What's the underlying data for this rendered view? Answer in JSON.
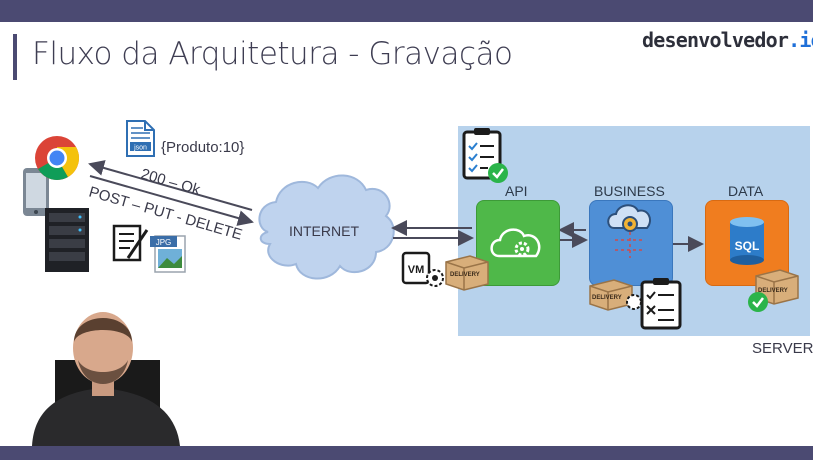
{
  "slide": {
    "title": "Fluxo da Arquitetura - Gravação",
    "brand_name": "desenvolvedor",
    "brand_tld": ".io"
  },
  "client": {
    "payload_label": "{Produto:10}",
    "file_tag": "json",
    "response_label": "200 – Ok",
    "methods_label": "POST – PUT - DELETE",
    "image_tag": "JPG"
  },
  "network": {
    "internet_label": "INTERNET"
  },
  "server": {
    "label": "SERVER",
    "vm_label": "VM",
    "api_label": "API",
    "business_label": "BUSINESS",
    "data_label": "DATA",
    "sql_label": "SQL",
    "delivery_label": "DELIVERY"
  },
  "colors": {
    "top_bar": "#4b4a72",
    "server_bg": "#b7d2ec",
    "api": "#4fb849",
    "business": "#4f8fd6",
    "data": "#f07d1f",
    "brand_accent": "#1e6fd8"
  }
}
